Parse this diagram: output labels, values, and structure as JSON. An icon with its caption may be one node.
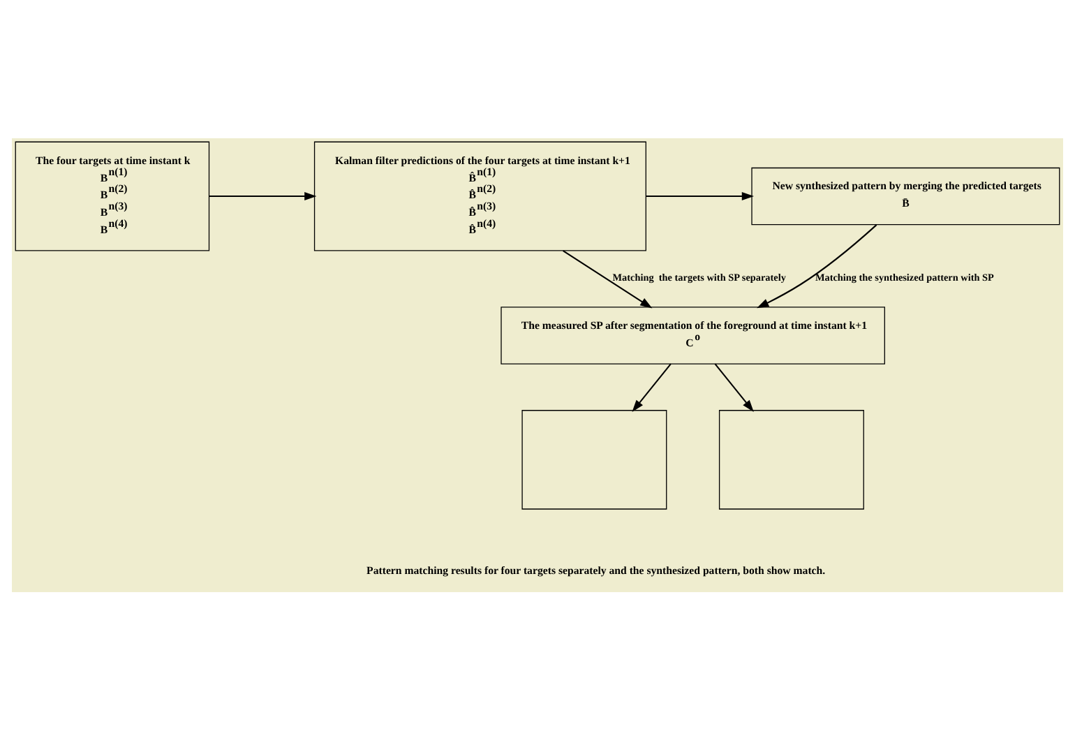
{
  "diagram": {
    "nodes": [
      {
        "text": [
          "The four targets at time instant k",
          "B$^{n(1)}$",
          "B$^{n(2)}$",
          "B$^{n(3)}$",
          "B$^{n(4)}$"
        ]
      },
      {
        "text": [
          "Kalman filter predictions of the four targets at time instant k+1",
          "B̂$^{n(1)}$",
          "B̂$^{n(2)}$",
          "B̂$^{n(3)}$",
          "B̂$^{n(4)}$"
        ]
      },
      {
        "text": [
          "New synthesized pattern by merging the predicted targets",
          "B̄"
        ]
      },
      {
        "text": [
          "The measured SP after segmentation of the foreground at time instant k+1",
          "C$^{o}$"
        ]
      },
      {
        "text": [],
        "shape": "box"
      },
      {
        "text": [],
        "shape": "box"
      }
    ],
    "edges": [
      {
        "from": 0,
        "to": 1,
        "arrow": "to"
      },
      {
        "from": 1,
        "to": 2,
        "arrow": "to"
      },
      {
        "from": 1,
        "to": 3,
        "arrow": "to",
        "label": "Matching  the targets with SP separately"
      },
      {
        "from": 2,
        "to": 3,
        "arrow": "to",
        "label": "Matching the synthesized pattern with SP"
      },
      {
        "from": 3,
        "to": 4,
        "arrow": "to"
      },
      {
        "from": 3,
        "to": 5,
        "arrow": "to"
      }
    ],
    "labels": [
      "Pattern matching results for four targets separately and the synthesized pattern, both show match."
    ]
  }
}
